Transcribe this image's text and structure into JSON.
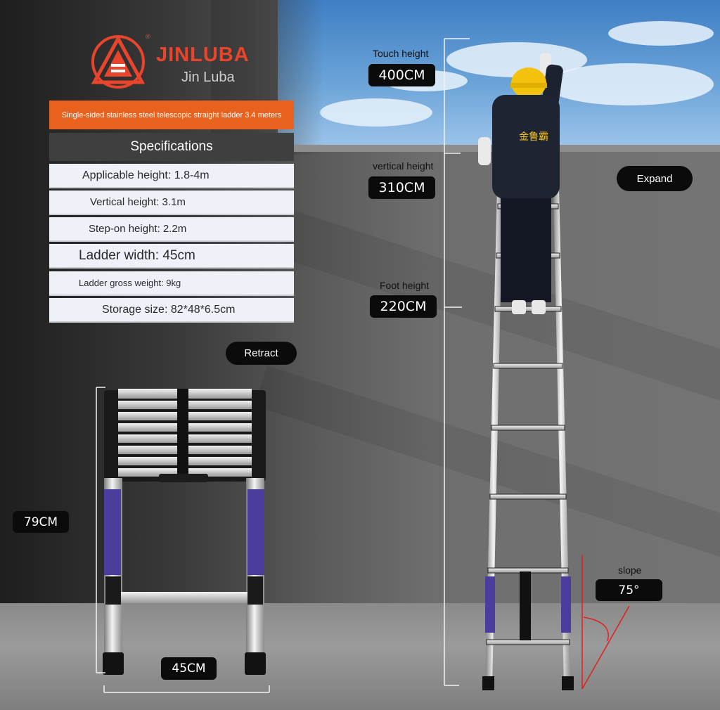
{
  "brand": {
    "name": "JINLUBA",
    "subname": "Jin Luba",
    "registered_mark": "®"
  },
  "product_title": "Single-sided stainless steel telescopic straight ladder 3.4 meters",
  "specs": {
    "heading": "Specifications",
    "rows": [
      "Applicable height: 1.8-4m",
      "Vertical height: 3.1m",
      "Step-on height: 2.2m",
      "Ladder width: 45cm",
      "Ladder gross weight: 9kg",
      "Storage size: 82*48*6.5cm"
    ]
  },
  "retract": {
    "label": "Retract",
    "height": "79CM",
    "width": "45CM"
  },
  "expand": {
    "label": "Expand",
    "touch_height_label": "Touch height",
    "touch_height": "400CM",
    "vertical_height_label": "vertical height",
    "vertical_height": "310CM",
    "foot_height_label": "Foot height",
    "foot_height": "220CM",
    "slope_label": "slope",
    "slope": "75°"
  },
  "colors": {
    "accent_orange": "#e8621e",
    "logo_red": "#e8452c",
    "pill_black": "#0b0b0b",
    "slope_red": "#e02020"
  }
}
